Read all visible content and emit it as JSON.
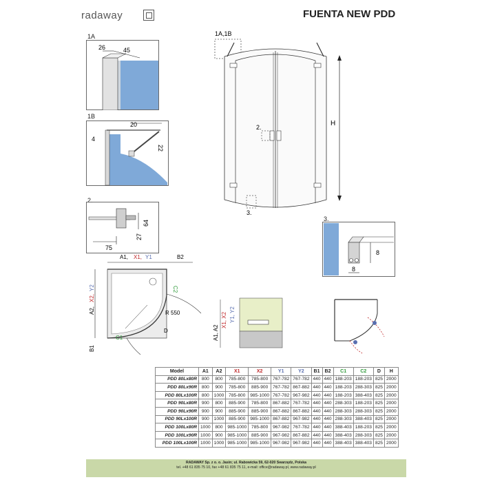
{
  "header": {
    "brand": "radaway",
    "product": "FUENTA NEW PDD"
  },
  "detail_1a": {
    "label": "1A",
    "dim_a": "26",
    "dim_b": "45"
  },
  "detail_1b": {
    "label": "1B",
    "dim_a": "20",
    "dim_b": "4",
    "dim_c": "22"
  },
  "detail_2": {
    "label": "2.",
    "dim_a": "64",
    "dim_b": "27",
    "dim_c": "75"
  },
  "detail_3": {
    "label": "3.",
    "dim_a": "8",
    "dim_b": "8"
  },
  "front_view": {
    "callout_top": "1A,1B",
    "callout_mid": "2.",
    "callout_bottom": "3.",
    "height_label": "H"
  },
  "plan_view": {
    "top_a": "A1,",
    "top_x": "X1,",
    "top_y": "Y1",
    "top_b": "B2",
    "side_a": "A2,",
    "side_x": "X2,",
    "side_y": "Y2",
    "side_b": "B1",
    "c1": "C1",
    "c2": "C2",
    "radius": "R 550",
    "d": "D"
  },
  "section_view": {
    "a": "A1, A2",
    "x": "X1, X2",
    "y": "Y1, Y2"
  },
  "spec_table": {
    "headers": [
      "Model",
      "A1",
      "A2",
      "X1",
      "X2",
      "Y1",
      "Y2",
      "B1",
      "B2",
      "C1",
      "C2",
      "D",
      "H"
    ],
    "rows": [
      [
        "PDD 80Lx80R",
        "800",
        "800",
        "785-800",
        "785-800",
        "767-782",
        "767-782",
        "440",
        "440",
        "188-203",
        "188-203",
        "825",
        "2000"
      ],
      [
        "PDD 80Lx90R",
        "800",
        "900",
        "785-800",
        "885-900",
        "767-782",
        "867-882",
        "440",
        "440",
        "188-203",
        "288-303",
        "825",
        "2000"
      ],
      [
        "PDD 80Lx100R",
        "800",
        "1000",
        "785-800",
        "985-1000",
        "767-782",
        "967-982",
        "440",
        "440",
        "188-203",
        "388-403",
        "825",
        "2000"
      ],
      [
        "PDD 90Lx80R",
        "900",
        "800",
        "885-900",
        "785-800",
        "867-882",
        "767-782",
        "440",
        "440",
        "288-303",
        "188-203",
        "825",
        "2000"
      ],
      [
        "PDD 90Lx90R",
        "900",
        "900",
        "885-900",
        "885-900",
        "867-882",
        "867-882",
        "440",
        "440",
        "288-303",
        "288-303",
        "825",
        "2000"
      ],
      [
        "PDD 90Lx100R",
        "900",
        "1000",
        "885-900",
        "985-1000",
        "867-882",
        "967-982",
        "440",
        "440",
        "288-303",
        "388-403",
        "825",
        "2000"
      ],
      [
        "PDD 100Lx80R",
        "1000",
        "800",
        "985-1000",
        "785-800",
        "967-982",
        "767-782",
        "440",
        "440",
        "388-403",
        "188-203",
        "825",
        "2000"
      ],
      [
        "PDD 100Lx90R",
        "1000",
        "900",
        "985-1000",
        "885-900",
        "967-982",
        "867-882",
        "440",
        "440",
        "388-403",
        "288-303",
        "825",
        "2000"
      ],
      [
        "PDD 100Lx100R",
        "1000",
        "1000",
        "985-1000",
        "985-1000",
        "967-982",
        "967-982",
        "440",
        "440",
        "388-403",
        "388-403",
        "825",
        "2000"
      ]
    ]
  },
  "footer": {
    "line1": "RADAWAY Sp. z o. o. Jasin; ul. Rabowicka 59, 62-020 Swarzędz, Polska",
    "line2": "tel. +48 61 835 75 10, fax +48 61 835 75 11, e-mail: office@radaway.pl, www.radaway.pl"
  }
}
